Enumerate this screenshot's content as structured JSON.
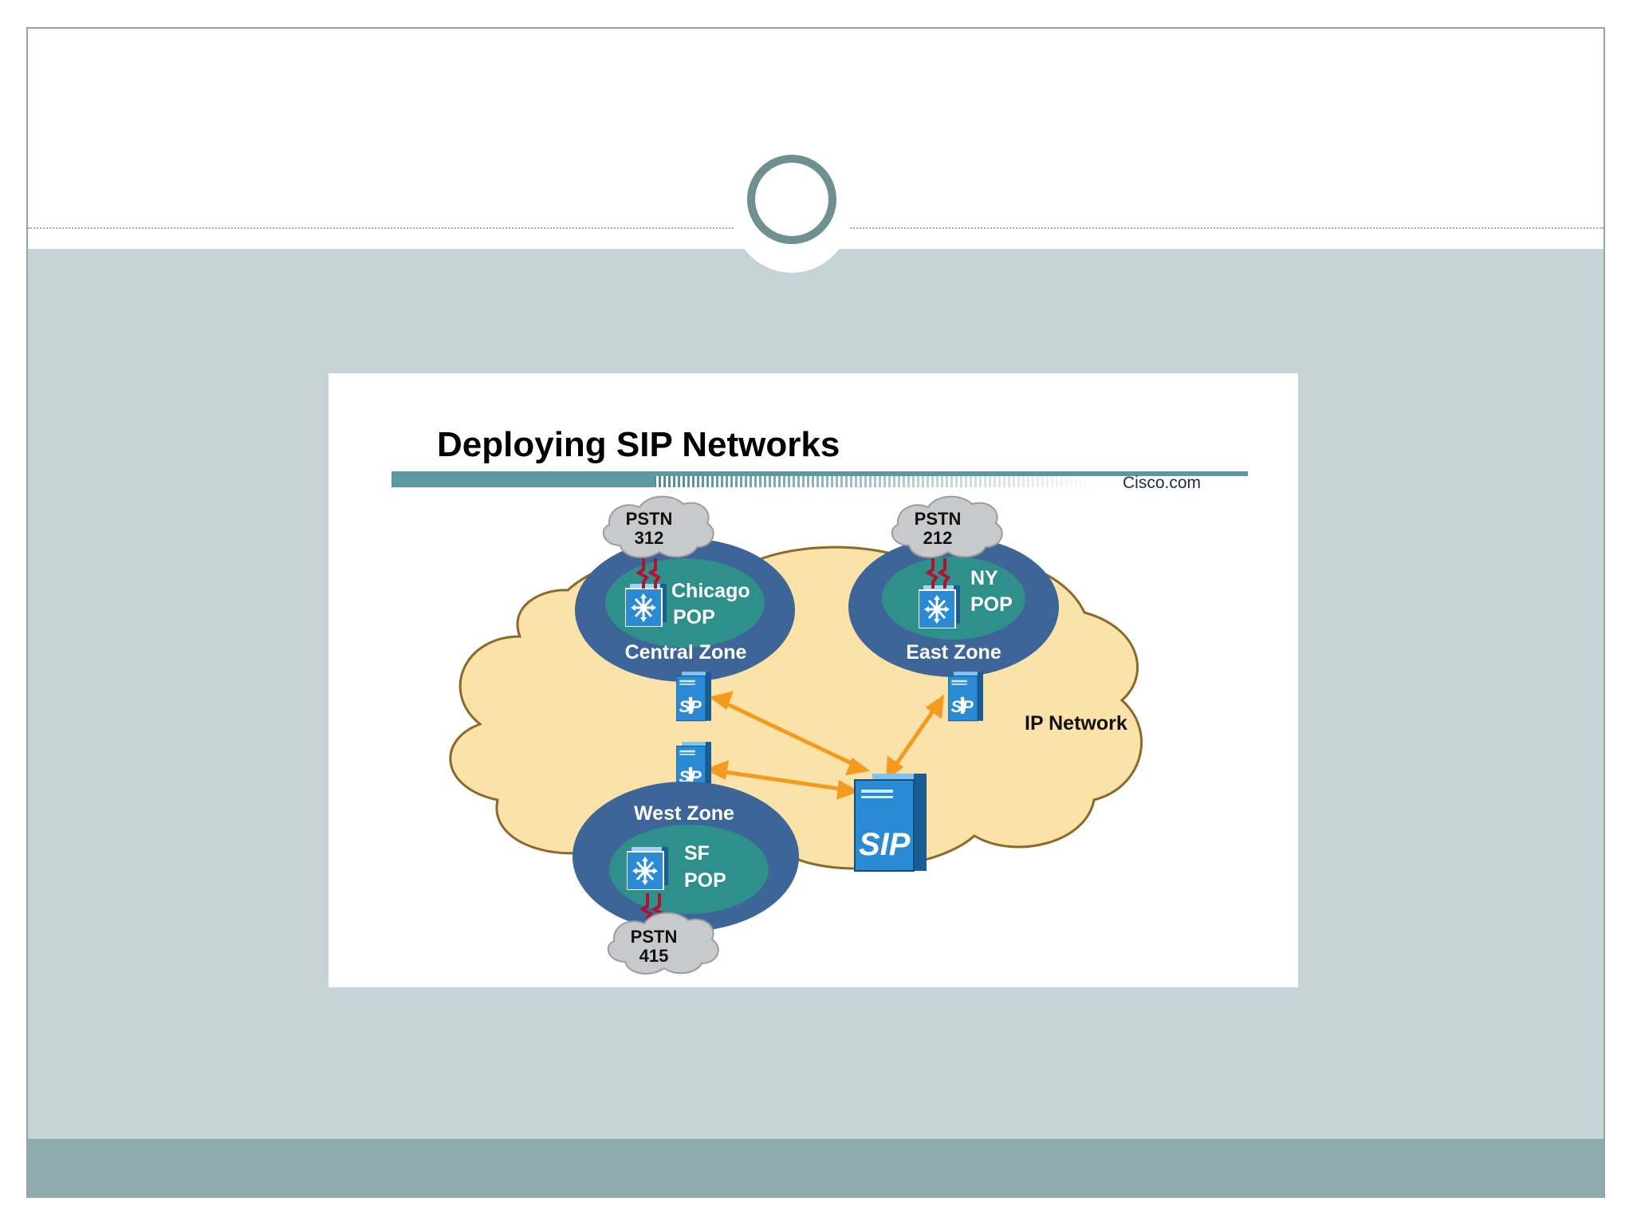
{
  "slide": {
    "figure": {
      "title": "Deploying SIP Networks",
      "brand": "Cisco.com",
      "network_label": "IP Network",
      "zones": [
        {
          "id": "central",
          "zone_label": "Central Zone",
          "pop_name": "Chicago",
          "pop_suffix": "POP",
          "pstn_label": "PSTN",
          "pstn_code": "312"
        },
        {
          "id": "east",
          "zone_label": "East Zone",
          "pop_name": "NY",
          "pop_suffix": "POP",
          "pstn_label": "PSTN",
          "pstn_code": "212"
        },
        {
          "id": "west",
          "zone_label": "West Zone",
          "pop_name": "SF",
          "pop_suffix": "POP",
          "pstn_label": "PSTN",
          "pstn_code": "415"
        }
      ],
      "sip_server_label": "SIP",
      "connections": [
        {
          "from": "central-sip-proxy",
          "to": "central-sip-server"
        },
        {
          "from": "west-sip-proxy",
          "to": "central-sip-server"
        },
        {
          "from": "east-sip-proxy",
          "to": "central-sip-server"
        }
      ],
      "colors": {
        "network_cloud": "#fbe2a8",
        "zone_outer": "#3d6597",
        "zone_inner": "#2f8f8a",
        "server": "#2b8ad4",
        "arrow": "#f49a1f",
        "pstn_cloud": "#c7c9cb",
        "trunk": "#b3122e"
      }
    }
  }
}
